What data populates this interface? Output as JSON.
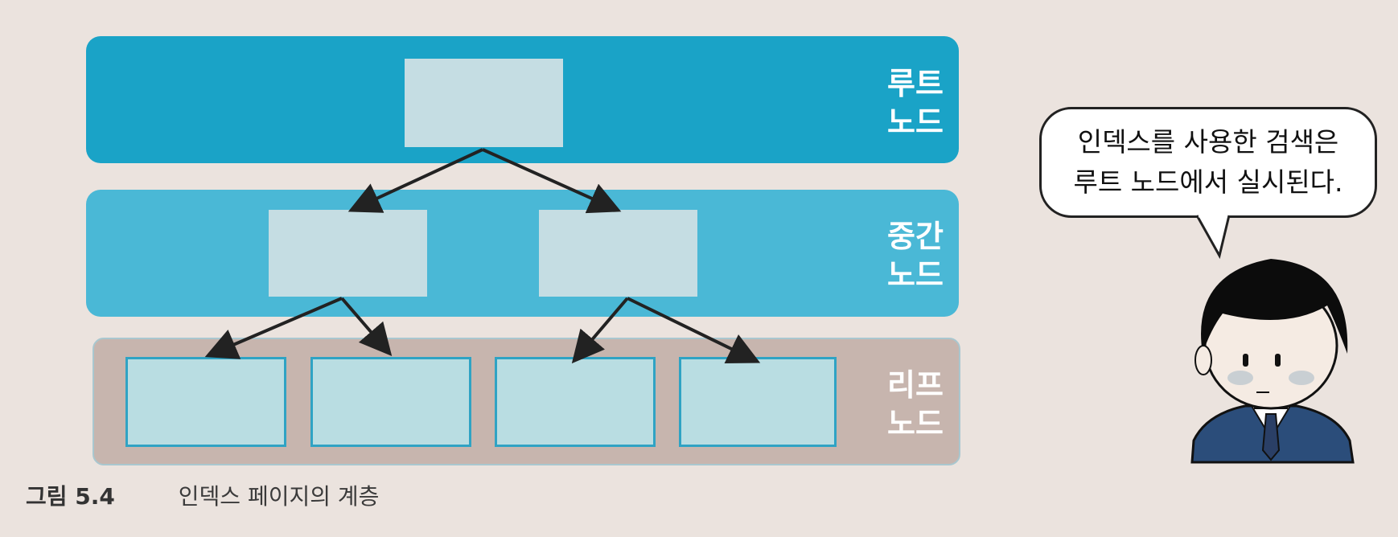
{
  "levels": {
    "root": "루트\n노드",
    "root_lines": [
      "루트",
      "노드"
    ],
    "middle_lines": [
      "중간",
      "노드"
    ],
    "leaf_lines": [
      "리프",
      "노드"
    ]
  },
  "speech_bubble": {
    "lines": [
      "인덱스를 사용한 검색은",
      "루트 노드에서 실시된다."
    ]
  },
  "caption": {
    "number": "그림 5.4",
    "text": "인덱스 페이지의 계층"
  },
  "colors": {
    "root_band": "#1aa3c7",
    "middle_band": "#4ab8d6",
    "leaf_band": "#c7b5ae",
    "node_fill": "#c5dde3",
    "arrow": "#222222"
  },
  "icons": [
    "person-illustration",
    "speech-bubble"
  ]
}
